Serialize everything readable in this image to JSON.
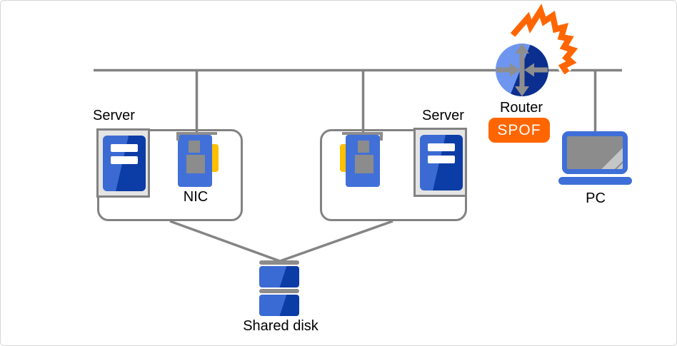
{
  "diagram": {
    "type": "network-topology",
    "labels": {
      "server_left": "Server",
      "server_right": "Server",
      "nic": "NIC",
      "router": "Router",
      "pc": "PC",
      "shared_disk": "Shared disk"
    },
    "badge": {
      "text": "SPOF",
      "color": "#ff6600"
    },
    "colors": {
      "wire_gray": "#828282",
      "icon_gray": "#8c8c8c",
      "server_blue_light": "#3b6bd2",
      "server_blue_dark": "#0c3ca6",
      "nic_blue": "#4170d9",
      "nic_edge_yellow": "#ffc000",
      "router_blue_light": "#6e96ef",
      "router_blue_dark": "#0b2f8e",
      "laptop_blue": "#3e6fd8",
      "explosion_orange": "#ff6600",
      "canvas_border": "#d6d6d6"
    }
  }
}
